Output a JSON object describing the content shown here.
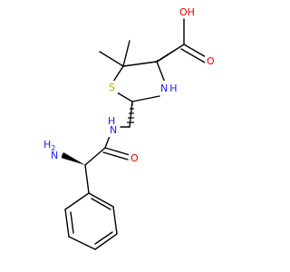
{
  "colors": {
    "bond": "#000000",
    "oxygen": "#e00000",
    "nitrogen": "#1a1aff",
    "sulfur": "#c8a400"
  },
  "atoms": {
    "oh": {
      "text": "OH",
      "element": "O"
    },
    "o_carbonyl_acid": {
      "text": "O",
      "element": "O"
    },
    "o_amide": {
      "text": "O",
      "element": "O"
    },
    "s_ring": {
      "text": "S",
      "element": "S"
    },
    "nh_ring": {
      "text": "N",
      "sub": "H",
      "element": "N"
    },
    "nh_amide": {
      "text": "H",
      "sub": "N",
      "element": "N"
    },
    "nh2": {
      "text": "H",
      "sub": "2",
      "tail": "N",
      "element": "N"
    }
  }
}
